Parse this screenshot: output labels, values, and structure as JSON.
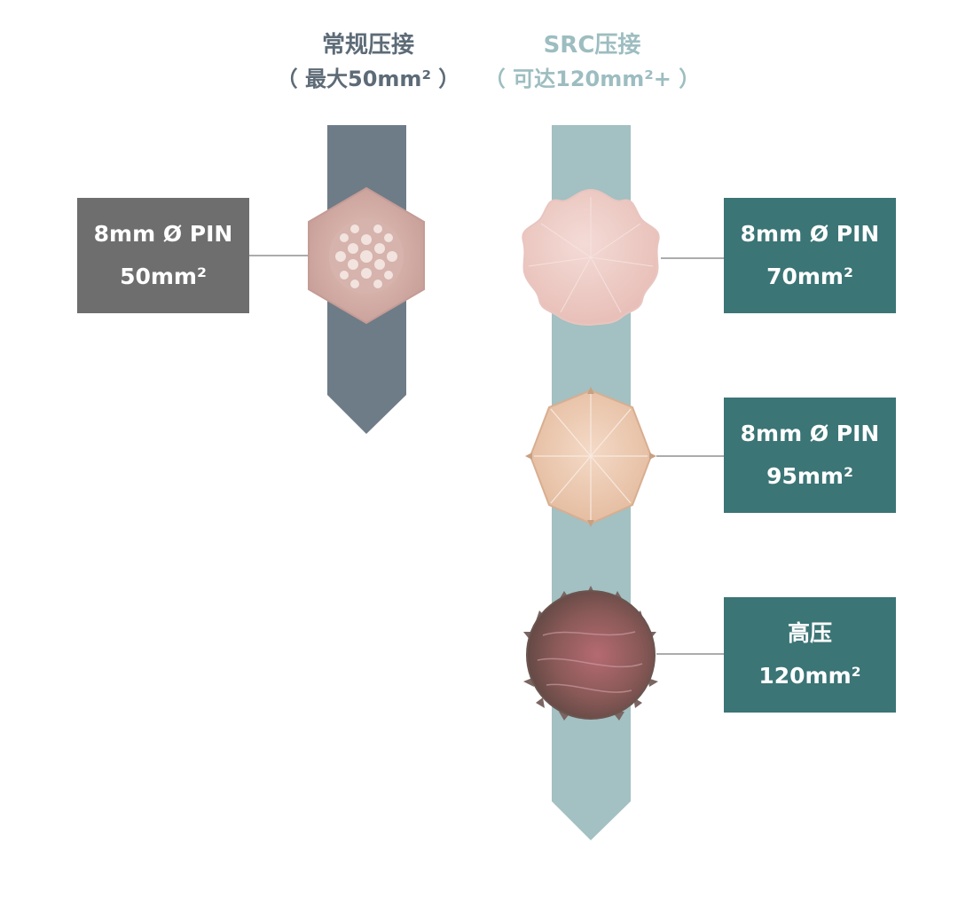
{
  "columns": {
    "conventional": {
      "title": "常规压接",
      "subtitle": "（ 最大50mm² ）",
      "color": "#5d6b77"
    },
    "src": {
      "title": "SRC压接",
      "subtitle": "（ 可达120mm²+ ）",
      "color": "#9dbdc0"
    }
  },
  "labels": [
    {
      "line1": "8mm Ø PIN",
      "line2": "50mm²",
      "color": "#6e6e6e"
    },
    {
      "line1": "8mm Ø PIN",
      "line2": "70mm²",
      "color": "#3b7576"
    },
    {
      "line1": "8mm Ø PIN",
      "line2": "95mm²",
      "color": "#3b7576"
    },
    {
      "line1": "高压",
      "line2": "120mm²",
      "color": "#3b7576"
    }
  ]
}
